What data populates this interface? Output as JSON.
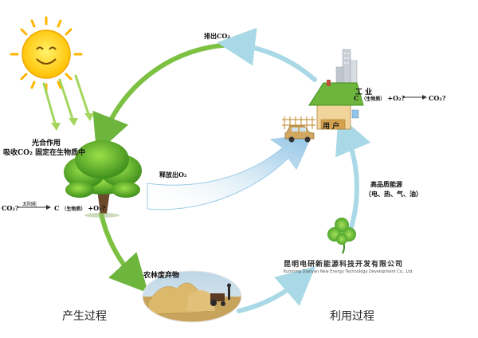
{
  "diagram": {
    "labels": {
      "emit_co2": "排出CO₂",
      "industry": "工 业",
      "industry_formula_c": "C",
      "industry_formula_sub": "（生物质）",
      "industry_formula_rest": "+O₂?",
      "industry_formula_out": "CO₂?",
      "user": "用 户",
      "photosynthesis": "光合作用",
      "co2_fix": "吸收CO₂ 固定在生物质中",
      "release_o2": "释放出O₂",
      "tree_formula_in": "CO₂?",
      "tree_formula_arrow_label": "太阳能",
      "tree_formula_c": "C",
      "tree_formula_sub": "（生物质）",
      "tree_formula_rest": "+O₂?",
      "energy_title": "高品质能源",
      "energy_types": "（电、热、气、油）",
      "waste": "农林废弃物",
      "company_cn": "昆明电研新能源科技开发有限公司",
      "company_en": "Kunming Dianyan New Energy Technology Development Co., Ltd.",
      "produce_process": "产生过程",
      "use_process": "利用过程"
    },
    "colors": {
      "green_arc": "#7cc142",
      "blue_arc": "#a9d9e6",
      "roof": "#6db53c",
      "sun": "#ffd21f"
    },
    "icons": [
      "sun-icon",
      "tree-icon",
      "house-icon",
      "buildings-icon",
      "car-icon",
      "clover-icon",
      "haystack-photo"
    ]
  }
}
